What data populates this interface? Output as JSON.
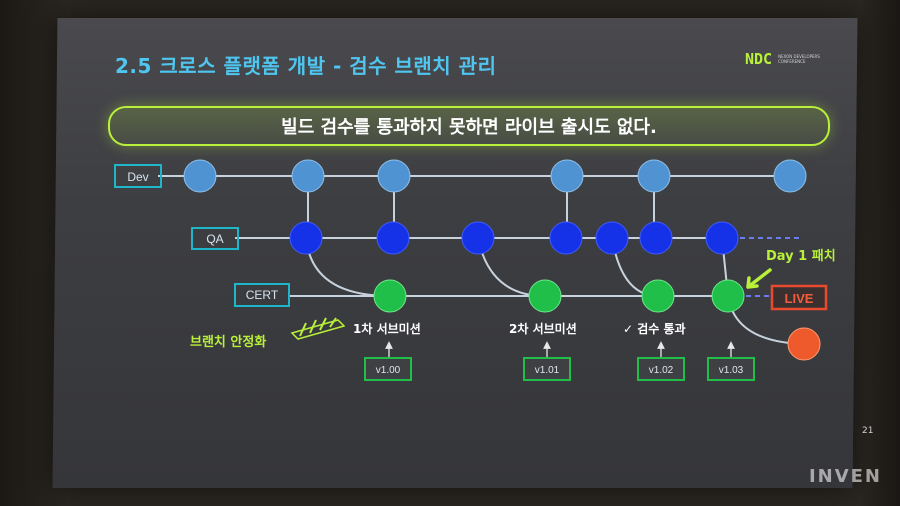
{
  "slide": {
    "title": "2.5 크로스 플랫폼 개발 - 검수 브랜치 관리",
    "banner": "빌드 검수를 통과하지 못하면 라이브 출시도 없다.",
    "slide_number": "21",
    "logo_mark": "NDC",
    "logo_text": "NEXON DEVELOPERS CONFERENCE"
  },
  "branches": {
    "dev": "Dev",
    "qa": "QA",
    "cert": "CERT",
    "live": "LIVE"
  },
  "annotations": {
    "stabilize": "브랜치 안정화",
    "submission1": "1차 서브미션",
    "submission2": "2차 서브미션",
    "passed": "✓ 검수 통과",
    "day1_patch": "Day 1 패치"
  },
  "versions": [
    "v1.00",
    "v1.01",
    "v1.02",
    "v1.03"
  ],
  "colors": {
    "dev_node": "#4f93d3",
    "qa_node": "#1632e8",
    "cert_node": "#1fbf4a",
    "live_node": "#ee5a2c",
    "live_label": "#e84a2e",
    "accent": "#b8f03a",
    "title": "#4fc6f0",
    "label_box": "#1fb6c9"
  },
  "watermark": "INVEN"
}
